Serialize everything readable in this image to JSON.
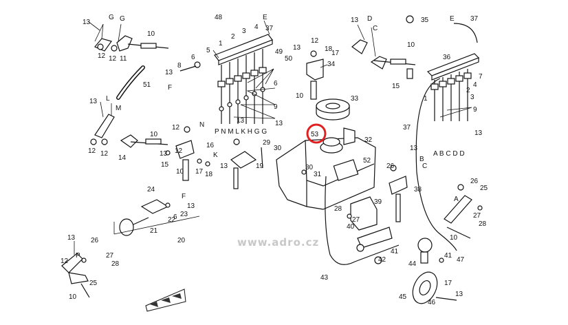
{
  "watermark": "www.adro.cz",
  "highlight": {
    "label": "53",
    "color": "#e02020"
  },
  "colors": {
    "line": "#111111",
    "background": "#ffffff",
    "watermark": "#c8c8c8"
  },
  "callouts": {
    "c1": "13",
    "c2": "G",
    "c3": "G",
    "c4": "12",
    "c5": "12",
    "c6": "11",
    "c7": "10",
    "c8": "48",
    "c9": "E",
    "c10": "37",
    "c11": "5",
    "c12": "1",
    "c13": "2",
    "c14": "3",
    "c15": "4",
    "c16": "49",
    "c17": "50",
    "c18": "13",
    "c19": "6",
    "c20": "8",
    "c21": "13",
    "c22": "F",
    "c23": "51",
    "c24": "6",
    "c25": "9",
    "c26": "13",
    "c27": "P N M L K H G G",
    "c28": "12",
    "c29": "18",
    "c30": "17",
    "c31": "13",
    "c32": "D",
    "c33": "C",
    "c34": "10",
    "c35": "35",
    "c36": "E",
    "c37": "37",
    "c38": "34",
    "c39": "10",
    "c40": "33",
    "c41": "32",
    "c42": "30",
    "c43": "31",
    "c44": "52",
    "c45": "29",
    "c46": "30",
    "c47": "36",
    "c48": "7",
    "c49": "4",
    "c50": "2",
    "c51": "1",
    "c52": "3",
    "c53": "9",
    "c54": "15",
    "c55": "37",
    "c56": "13",
    "c57": "A B C D D",
    "c58": "13",
    "c59": "L",
    "c60": "M",
    "c61": "12",
    "c62": "12",
    "c63": "14",
    "c64": "10",
    "c65": "12",
    "c66": "N",
    "c67": "16",
    "c68": "15",
    "c69": "13",
    "c70": "K",
    "c71": "17",
    "c72": "18",
    "c73": "19",
    "c74": "13",
    "c75": "13",
    "c76": "26",
    "c77": "B",
    "c78": "C",
    "c79": "38",
    "c80": "24",
    "c81": "F",
    "c82": "13",
    "c83": "23",
    "c84": "22",
    "c85": "6",
    "c86": "21",
    "c87": "20",
    "c88": "28",
    "c89": "39",
    "c90": "40",
    "c91": "27",
    "c92": "41",
    "c93": "42",
    "c94": "26",
    "c95": "25",
    "c96": "A",
    "c97": "27",
    "c98": "28",
    "c99": "10",
    "c100": "13",
    "c101": "26",
    "c102": "P",
    "c103": "12",
    "c104": "27",
    "c105": "28",
    "c106": "25",
    "c107": "10",
    "c108": "43",
    "c109": "44",
    "c110": "41",
    "c111": "47",
    "c112": "17",
    "c113": "45",
    "c114": "46",
    "c115": "13",
    "c116": "12",
    "c117": "10",
    "c118": "13"
  }
}
